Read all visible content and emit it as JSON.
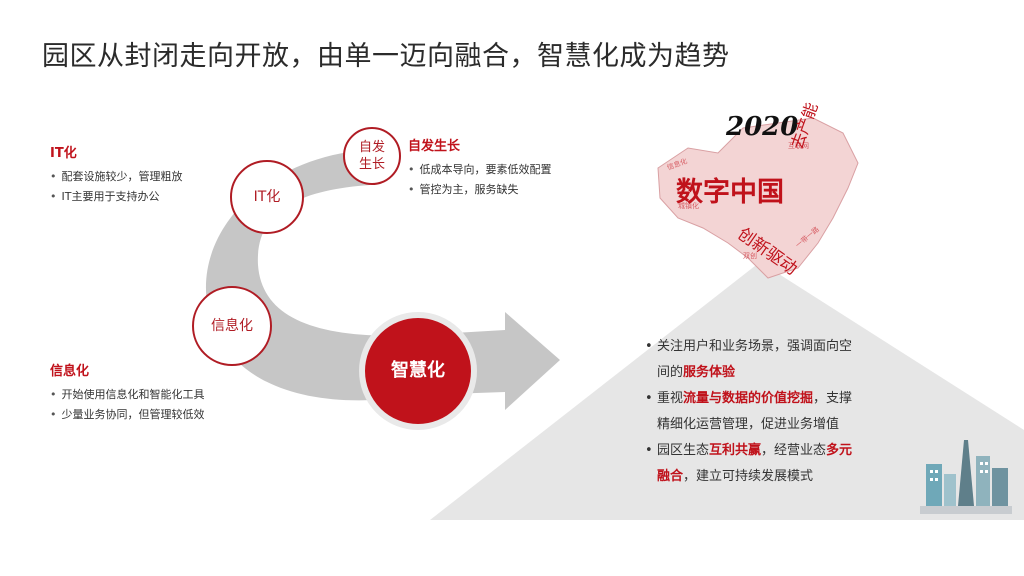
{
  "title": "园区从封闭走向开放，由单一迈向融合，智慧化成为趋势",
  "it_block": {
    "heading": "IT化",
    "items": [
      "配套设施较少，管理粗放",
      "IT主要用于支持办公"
    ]
  },
  "info_block": {
    "heading": "信息化",
    "items": [
      "开始使用信息化和智能化工具",
      "少量业务协同，但管理较低效"
    ]
  },
  "self_block": {
    "heading": "自发生长",
    "items": [
      "低成本导向，要素低效配置",
      "管控为主，服务缺失"
    ]
  },
  "circles": {
    "self_line1": "自发",
    "self_line2": "生长",
    "it": "IT化",
    "info": "信息化",
    "smart": "智慧化"
  },
  "right_items": [
    {
      "line1_a": "关注用户和业务场景，强调面向空",
      "line2_a": "间的",
      "line2_hl": "服务体验",
      "line2_b": ""
    },
    {
      "line1_a": "重视",
      "line1_hl": "流量与数据的价值挖掘",
      "line1_b": "，支撑",
      "line2_a": "精细化运营管理，促进业务增值"
    },
    {
      "line1_a": "园区生态",
      "line1_hl": "互利共赢",
      "line1_b": "，经营业态",
      "line1_hl2": "多元",
      "line2_hl": "融合",
      "line2_b": "，建立可持续发展模式"
    }
  ],
  "map": {
    "year": "2020",
    "main_text": "数字中国",
    "sub_text1": "创新驱动",
    "sub_text2": "去产能"
  },
  "colors": {
    "accent": "#c0121b",
    "arrow": "#c6c6c6",
    "triangle": "#e6e6e6"
  }
}
